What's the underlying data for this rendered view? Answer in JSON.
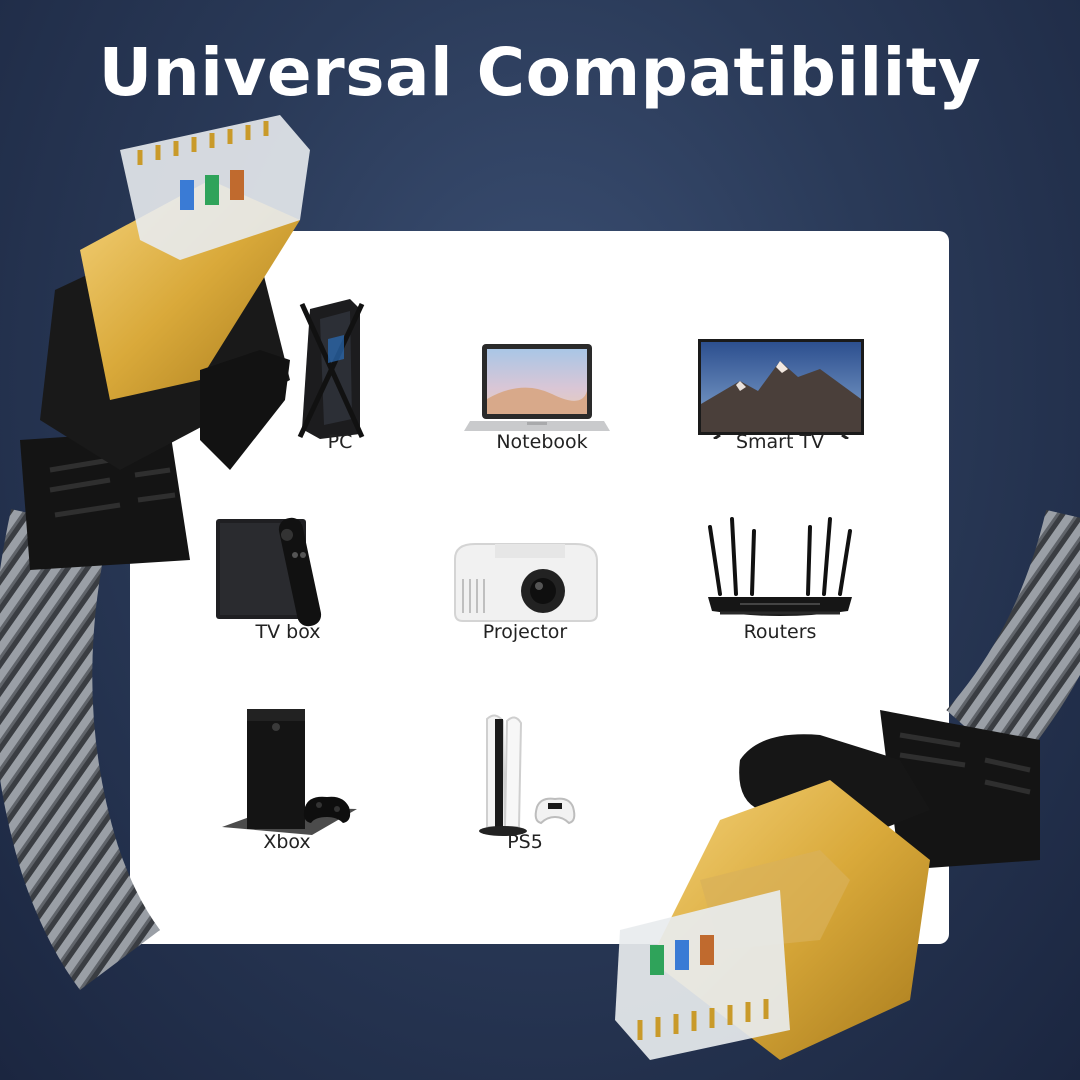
{
  "headline": "Universal Compatibility",
  "devices": [
    {
      "label": "PC",
      "icon": "pc-tower-icon"
    },
    {
      "label": "Notebook",
      "icon": "notebook-icon"
    },
    {
      "label": "Smart TV",
      "icon": "smart-tv-icon"
    },
    {
      "label": "TV box",
      "icon": "tv-box-icon"
    },
    {
      "label": "Projector",
      "icon": "projector-icon"
    },
    {
      "label": "Routers",
      "icon": "router-icon"
    },
    {
      "label": "Xbox",
      "icon": "xbox-icon"
    },
    {
      "label": "PS5",
      "icon": "ps5-icon"
    }
  ],
  "colors": {
    "background": "#2a3a58",
    "card": "#ffffff",
    "connector_gold": "#e0b13a",
    "cable_black": "#151515",
    "braid_gray": "#8a8f96"
  }
}
